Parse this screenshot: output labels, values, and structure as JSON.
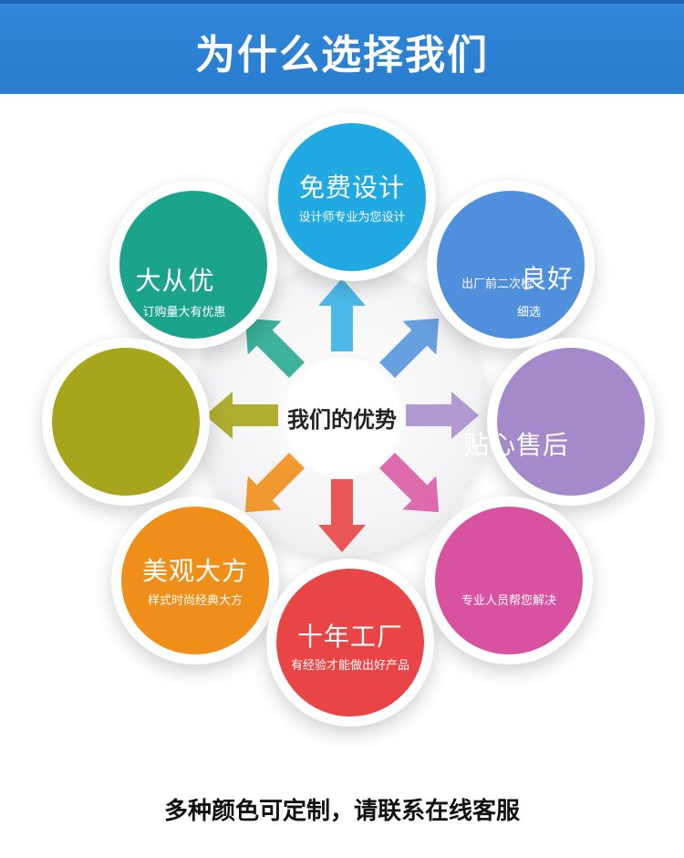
{
  "header": {
    "title": "为什么选择我们"
  },
  "center": {
    "label": "我们的优势"
  },
  "nodes": [
    {
      "title": "免费设计",
      "subtitle": "设计师专业为您设计",
      "color": "#21a9e2"
    },
    {
      "title": "良好",
      "subtitle": "出厂前二次检",
      "subtitle2": "细选",
      "color": "#4f8fdb"
    },
    {
      "title": "贴心售后",
      "subtitle": "",
      "color": "#a58acb"
    },
    {
      "title": "",
      "subtitle": "专业人员帮您解决",
      "color": "#d952a0"
    },
    {
      "title": "十年工厂",
      "subtitle": "有经验才能做出好产品",
      "color": "#e94446"
    },
    {
      "title": "美观大方",
      "subtitle": "样式时尚经典大方",
      "color": "#ef8f1a"
    },
    {
      "title": "",
      "subtitle": "",
      "color": "#a6a51b"
    },
    {
      "title": "大从优",
      "subtitle": "订购量大有优惠",
      "color": "#1ba48b"
    }
  ],
  "arrow_colors": [
    "#39b3e6",
    "#4f8fdb",
    "#a58acb",
    "#d952a0",
    "#e94446",
    "#ef8f1a",
    "#a6a51b",
    "#1ba48b"
  ],
  "footer": {
    "text": "多种颜色可定制，请联系在线客服"
  }
}
